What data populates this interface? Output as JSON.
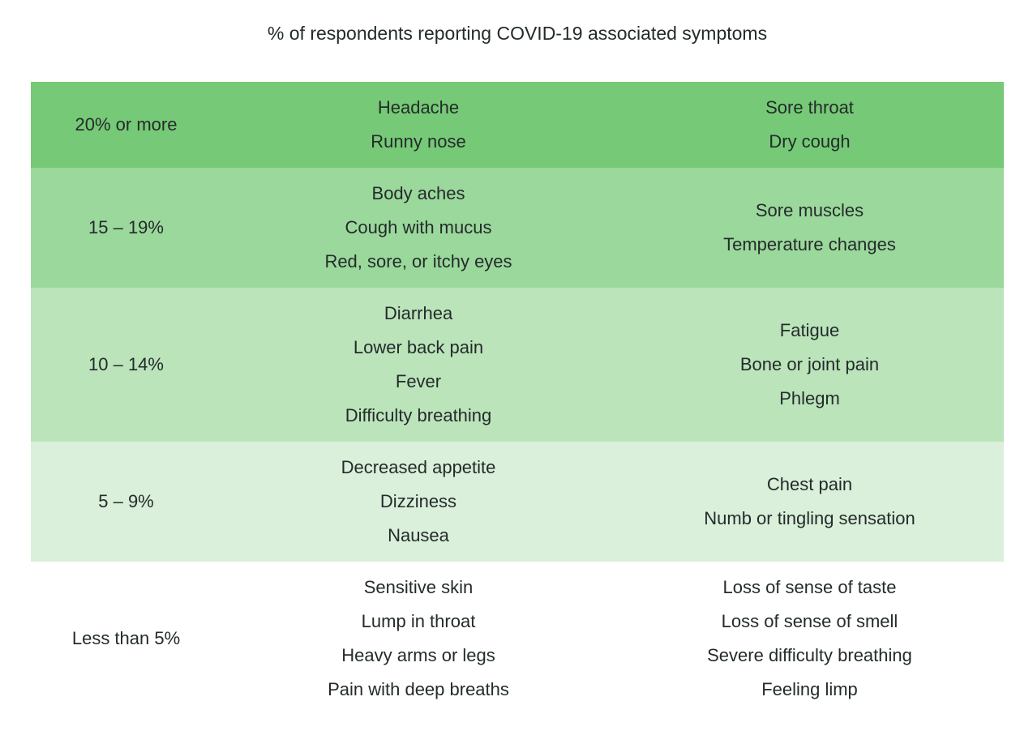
{
  "title": "% of respondents reporting COVID-19 associated symptoms",
  "colors": {
    "background": "#ffffff",
    "text": "#242b2b",
    "row_greens": [
      "#76c976",
      "#9bd89b",
      "#bbe4ba",
      "#daf0da",
      "#ffffff"
    ]
  },
  "chart_data": {
    "type": "table",
    "title": "% of respondents reporting COVID-19 associated symptoms",
    "layout": {
      "legend": "none",
      "shading": "darker green row = higher share of respondents"
    },
    "rows": [
      {
        "range": "20% or more",
        "symptoms_left": [
          "Headache",
          "Runny nose"
        ],
        "symptoms_right": [
          "Sore throat",
          "Dry cough"
        ],
        "row_color": "#76c976"
      },
      {
        "range": "15 – 19%",
        "symptoms_left": [
          "Body aches",
          "Cough with mucus",
          "Red, sore, or itchy eyes"
        ],
        "symptoms_right": [
          "Sore muscles",
          "Temperature changes"
        ],
        "row_color": "#9bd89b"
      },
      {
        "range": "10 – 14%",
        "symptoms_left": [
          "Diarrhea",
          "Lower back pain",
          "Fever",
          "Difficulty breathing"
        ],
        "symptoms_right": [
          "Fatigue",
          "Bone or joint pain",
          "Phlegm"
        ],
        "row_color": "#bbe4ba"
      },
      {
        "range": "5 – 9%",
        "symptoms_left": [
          "Decreased appetite",
          "Dizziness",
          "Nausea"
        ],
        "symptoms_right": [
          "Chest pain",
          "Numb or tingling sensation"
        ],
        "row_color": "#daf0da"
      },
      {
        "range": "Less than 5%",
        "symptoms_left": [
          "Sensitive skin",
          "Lump in throat",
          "Heavy arms or legs",
          "Pain with deep breaths"
        ],
        "symptoms_right": [
          "Loss of sense of taste",
          "Loss of sense of smell",
          "Severe difficulty breathing",
          "Feeling limp"
        ],
        "row_color": "#ffffff"
      }
    ]
  }
}
